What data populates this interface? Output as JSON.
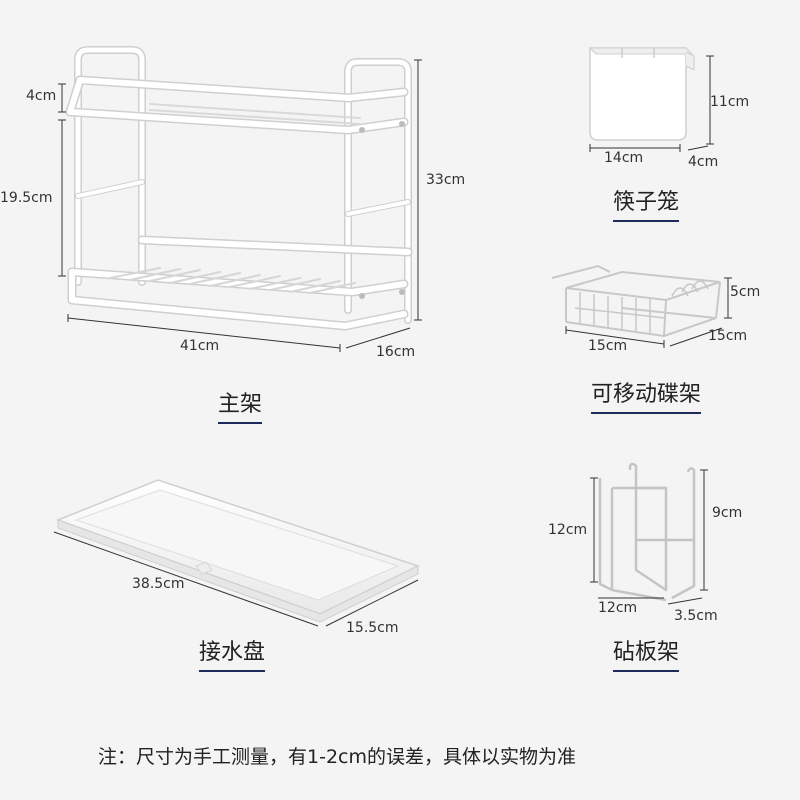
{
  "colors": {
    "background": "#f4f4f4",
    "product": "#ffffff",
    "product_edge": "#c8c8c8",
    "dimension_line": "#333333",
    "underline": "#1e2a5a"
  },
  "main_rack": {
    "name": "主架",
    "dims": {
      "top_gap": "4cm",
      "height_lower": "19.5cm",
      "height": "33cm",
      "width": "41cm",
      "depth": "16cm"
    }
  },
  "chopstick_holder": {
    "name": "筷子笼",
    "dims": {
      "height": "11cm",
      "width": "14cm",
      "depth": "4cm"
    }
  },
  "dish_rack": {
    "name": "可移动碟架",
    "dims": {
      "height": "5cm",
      "width": "15cm",
      "depth": "15cm"
    }
  },
  "drip_tray": {
    "name": "接水盘",
    "dims": {
      "length": "38.5cm",
      "width": "15.5cm"
    }
  },
  "board_rack": {
    "name": "砧板架",
    "dims": {
      "height": "12cm",
      "inner_height": "9cm",
      "width": "12cm",
      "depth": "3.5cm"
    }
  },
  "note": "注：尺寸为手工测量，有1-2cm的误差，具体以实物为准"
}
